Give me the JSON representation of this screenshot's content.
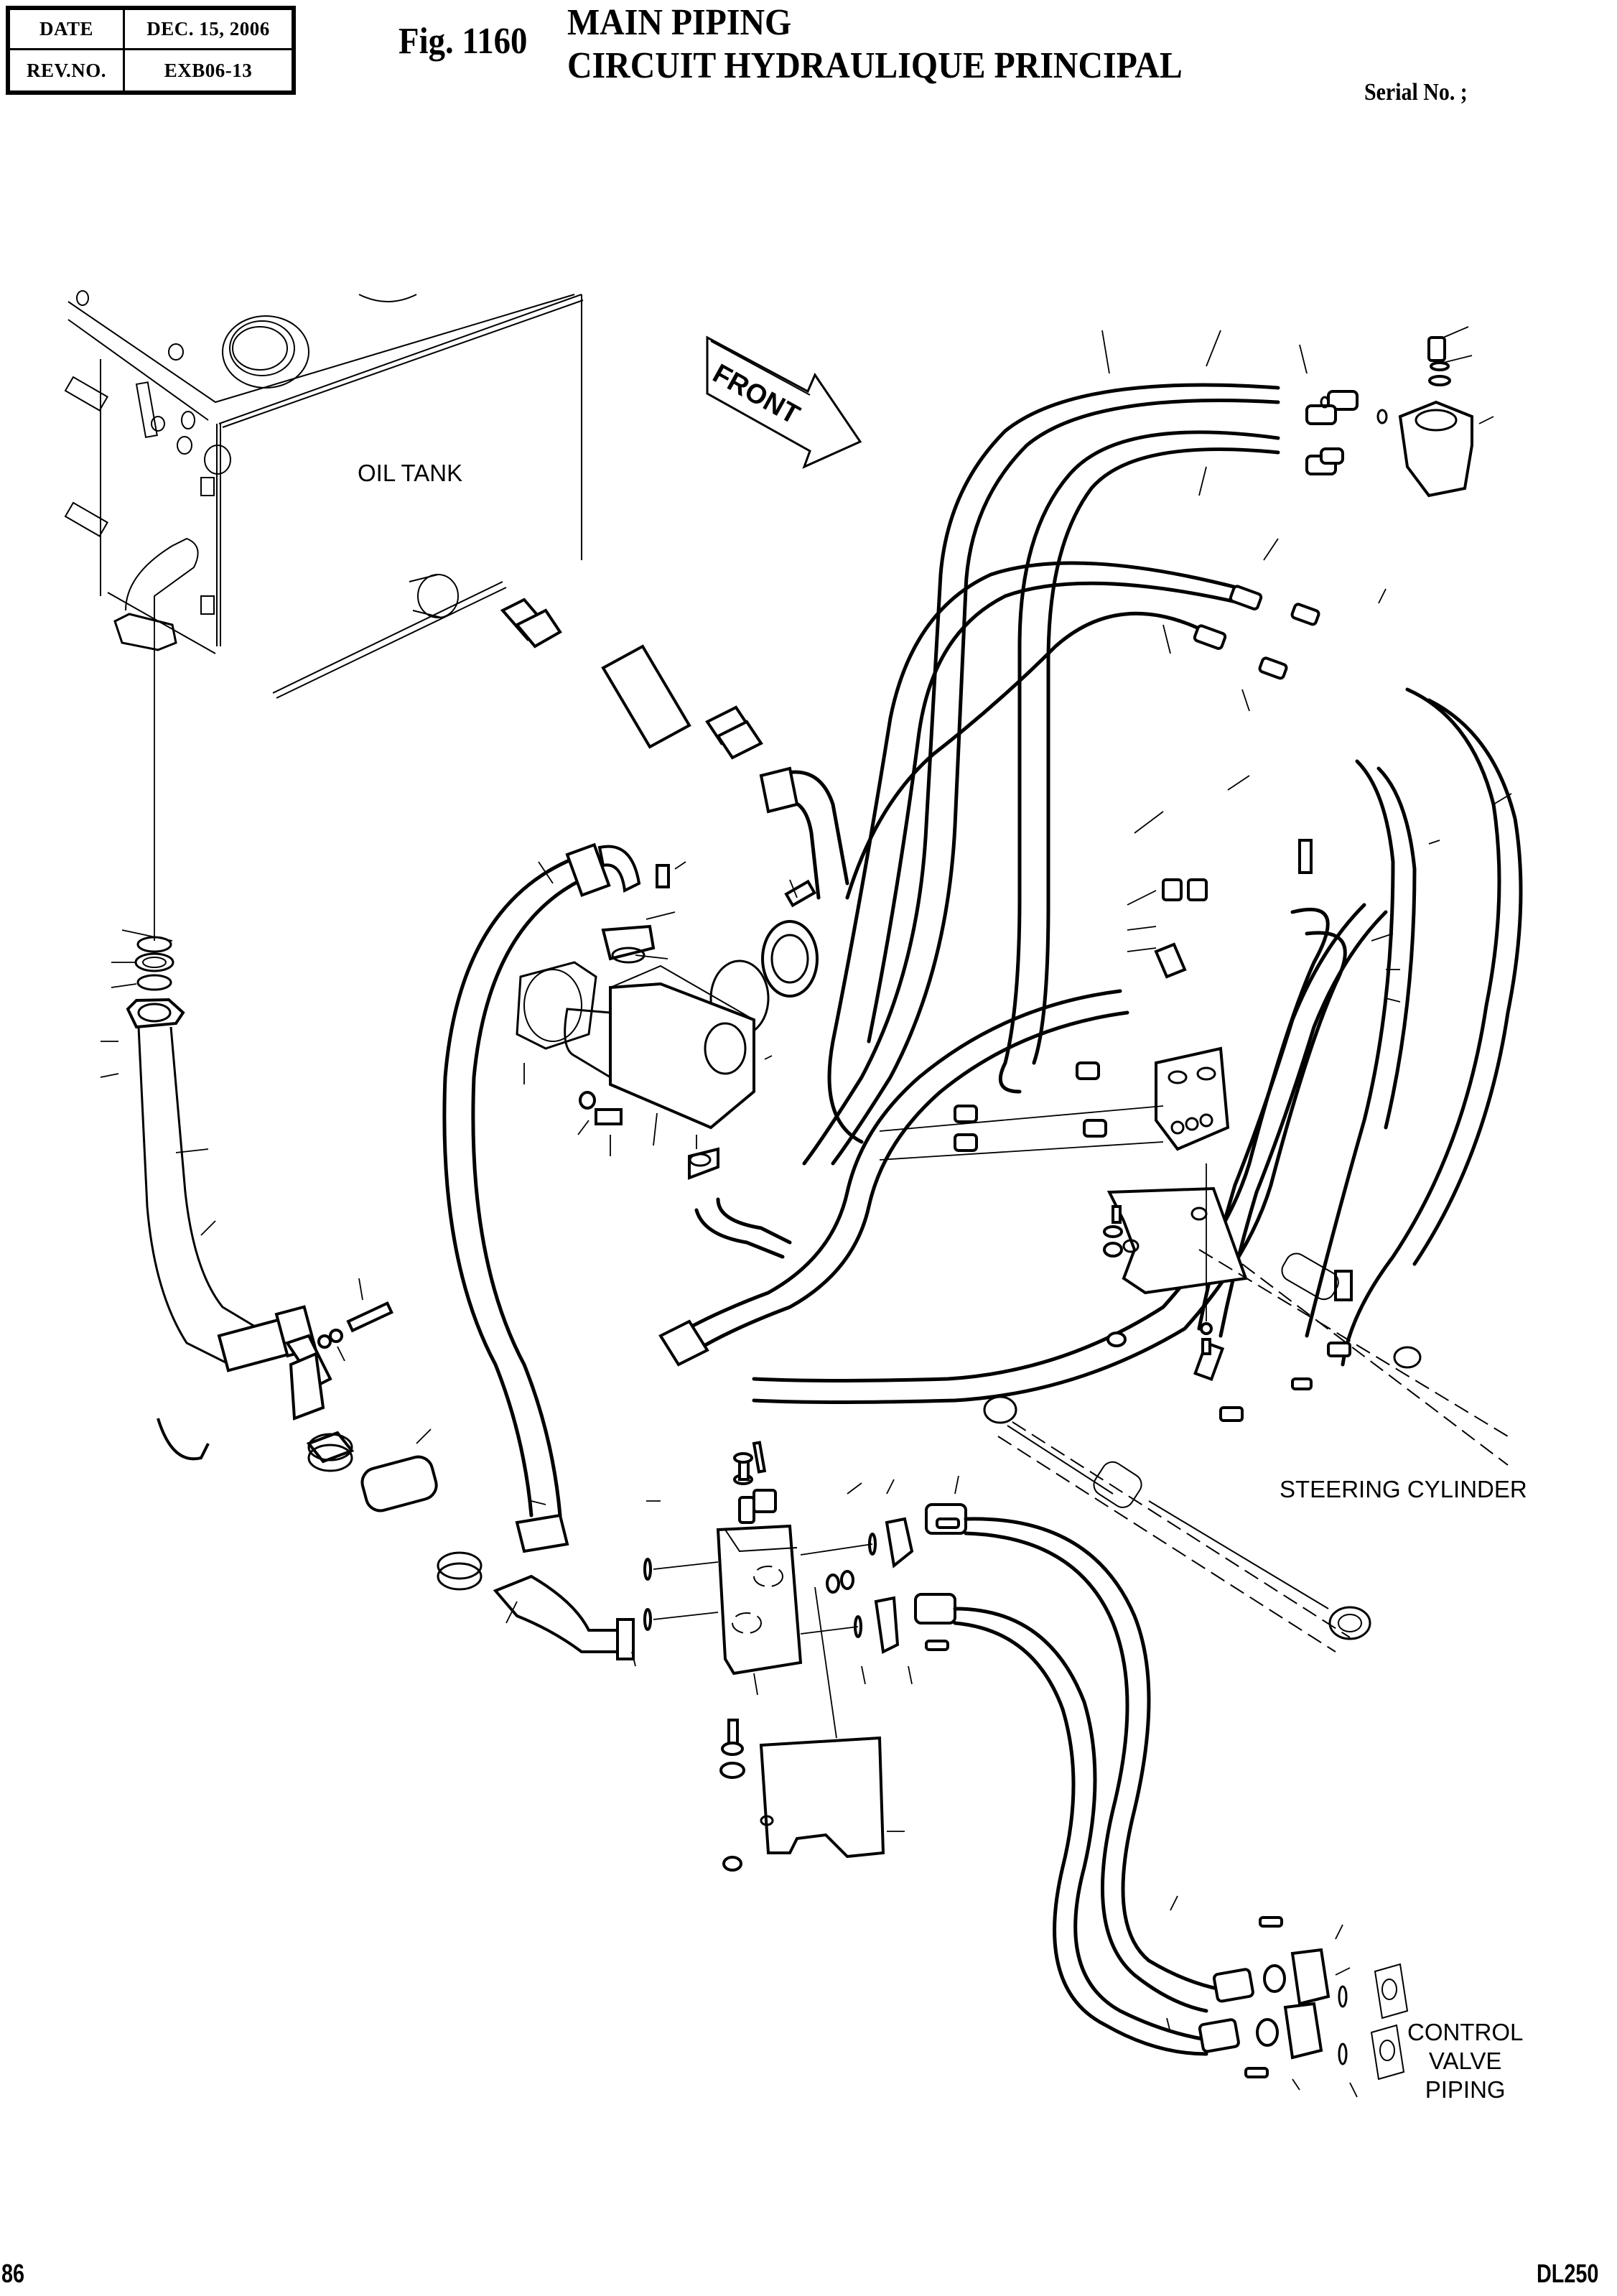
{
  "header": {
    "date_label": "DATE",
    "date_value": "DEC. 15, 2006",
    "rev_label": "REV.NO.",
    "rev_value": "EXB06-13",
    "figure_number": "Fig. 1160",
    "title_en": "MAIN PIPING",
    "title_fr": "CIRCUIT HYDRAULIQUE PRINCIPAL",
    "serial": "Serial No. ;"
  },
  "diagram": {
    "labels": {
      "oil_tank": "OIL TANK",
      "front_arrow": "FRONT",
      "steering_cylinder": "STEERING CYLINDER",
      "control_valve_line1": "CONTROL",
      "control_valve_line2": "VALVE",
      "control_valve_line3": "PIPING"
    }
  },
  "footer": {
    "page_number": "86",
    "model": "DL250"
  }
}
